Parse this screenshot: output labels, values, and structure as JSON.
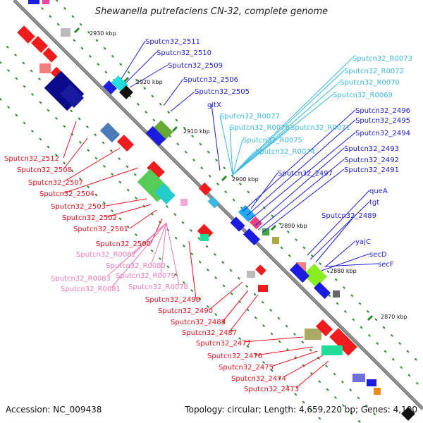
{
  "title": "Shewanella putrefaciens CN-32, complete genome",
  "footer": {
    "accession": "Accession: NC_009438",
    "summary": "Topology: circular; Length: 4,659,220 bp; Genes: 4,100"
  },
  "colors": {
    "backbone": "#8f8f8f",
    "forward_label": "#e8101c",
    "reverse_label": "#1c1ce0",
    "rna_label": "#3cb8e0",
    "pink_label": "#f07ab4",
    "tick": "#2a8a2a"
  },
  "scale_ticks": [
    "2930 kbp",
    "2920 kbp",
    "2910 kbp",
    "2900 kbp",
    "2890 kbp",
    "2880 kbp",
    "2870 kbp"
  ],
  "labels_left": [
    {
      "text": "Sputcn32_2512",
      "kind": "forward"
    },
    {
      "text": "Sputcn32_2508",
      "kind": "forward"
    },
    {
      "text": "Sputcn32_2507",
      "kind": "forward"
    },
    {
      "text": "Sputcn32_2504",
      "kind": "forward"
    },
    {
      "text": "Sputcn32_2503",
      "kind": "forward"
    },
    {
      "text": "Sputcn32_2502",
      "kind": "forward"
    },
    {
      "text": "Sputcn32_2501",
      "kind": "forward"
    },
    {
      "text": "Sputcn32_2500",
      "kind": "forward"
    },
    {
      "text": "Sputcn32_R0082",
      "kind": "pink"
    },
    {
      "text": "Sputcn32_R0080",
      "kind": "pink"
    },
    {
      "text": "Sputcn32_R0079",
      "kind": "pink"
    },
    {
      "text": "Sputcn32_R0083",
      "kind": "pink"
    },
    {
      "text": "Sputcn32_R0078",
      "kind": "pink"
    },
    {
      "text": "Sputcn32_R0081",
      "kind": "pink"
    },
    {
      "text": "Sputcn32_2498",
      "kind": "forward"
    },
    {
      "text": "Sputcn32_2490",
      "kind": "forward"
    },
    {
      "text": "Sputcn32_2488",
      "kind": "forward"
    },
    {
      "text": "Sputcn32_2487",
      "kind": "forward"
    },
    {
      "text": "Sputcn32_2477",
      "kind": "forward"
    },
    {
      "text": "Sputcn32_2476",
      "kind": "forward"
    },
    {
      "text": "Sputcn32_2475",
      "kind": "forward"
    },
    {
      "text": "Sputcn32_2474",
      "kind": "forward"
    },
    {
      "text": "Sputcn32_2473",
      "kind": "forward"
    }
  ],
  "labels_right": [
    {
      "text": "Sputcn32_2511",
      "kind": "reverse"
    },
    {
      "text": "Sputcn32_2510",
      "kind": "reverse"
    },
    {
      "text": "Sputcn32_2509",
      "kind": "reverse"
    },
    {
      "text": "Sputcn32_2506",
      "kind": "reverse"
    },
    {
      "text": "Sputcn32_2505",
      "kind": "reverse"
    },
    {
      "text": "gltX",
      "kind": "reverse"
    },
    {
      "text": "Sputcn32_R0077",
      "kind": "rna"
    },
    {
      "text": "Sputcn32_R0076",
      "kind": "rna"
    },
    {
      "text": "Sputcn32_R0075",
      "kind": "rna"
    },
    {
      "text": "Sputcn32_R0074",
      "kind": "rna"
    },
    {
      "text": "Sputcn32_R0073",
      "kind": "rna"
    },
    {
      "text": "Sputcn32_R0072",
      "kind": "rna"
    },
    {
      "text": "Sputcn32_R0070",
      "kind": "rna"
    },
    {
      "text": "Sputcn32_R0069",
      "kind": "rna"
    },
    {
      "text": "Sputcn32_R0071",
      "kind": "rna"
    },
    {
      "text": "Sputcn32_2496",
      "kind": "reverse"
    },
    {
      "text": "Sputcn32_2495",
      "kind": "reverse"
    },
    {
      "text": "Sputcn32_2494",
      "kind": "reverse"
    },
    {
      "text": "Sputcn32_2493",
      "kind": "reverse"
    },
    {
      "text": "Sputcn32_2492",
      "kind": "reverse"
    },
    {
      "text": "Sputcn32_2491",
      "kind": "reverse"
    },
    {
      "text": "Sputcn32_2497",
      "kind": "reverse"
    },
    {
      "text": "queA",
      "kind": "reverse"
    },
    {
      "text": "tgt",
      "kind": "reverse"
    },
    {
      "text": "Sputcn32_2489",
      "kind": "reverse"
    },
    {
      "text": "yajC",
      "kind": "reverse"
    },
    {
      "text": "secD",
      "kind": "reverse"
    },
    {
      "text": "secF",
      "kind": "reverse"
    }
  ]
}
